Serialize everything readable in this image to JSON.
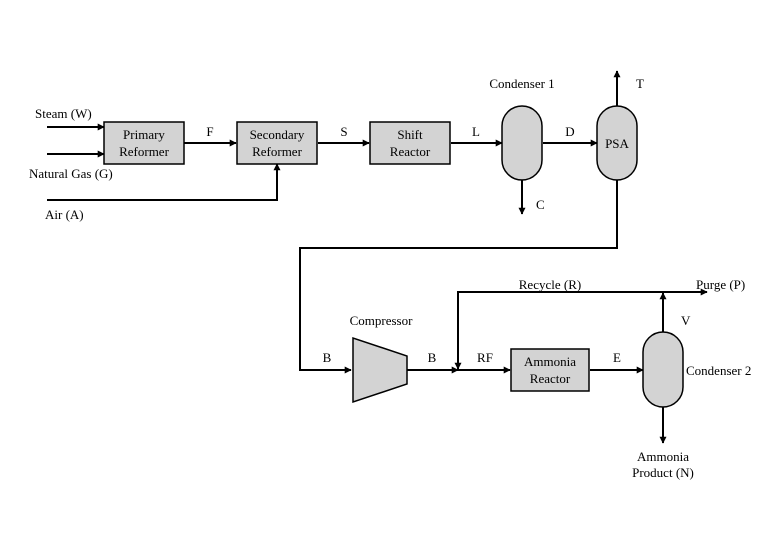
{
  "units": {
    "primary_reformer": [
      "Primary",
      "Reformer"
    ],
    "secondary_reformer": [
      "Secondary",
      "Reformer"
    ],
    "shift_reactor": [
      "Shift",
      "Reactor"
    ],
    "condenser_1": "Condenser 1",
    "psa": "PSA",
    "compressor": "Compressor",
    "ammonia_reactor": [
      "Ammonia",
      "Reactor"
    ],
    "condenser_2": "Condenser 2"
  },
  "streams": {
    "steam": "Steam (W)",
    "natural_gas": "Natural Gas (G)",
    "air": "Air (A)",
    "f": "F",
    "s": "S",
    "l": "L",
    "d": "D",
    "c": "C",
    "t": "T",
    "b_in": "B",
    "b_out": "B",
    "rf": "RF",
    "e": "E",
    "v": "V",
    "recycle": "Recycle (R)",
    "purge": "Purge (P)",
    "ammonia_product": [
      "Ammonia",
      "Product (N)"
    ]
  },
  "colors": {
    "unit_fill": "#d3d3d3",
    "line": "#000000"
  }
}
